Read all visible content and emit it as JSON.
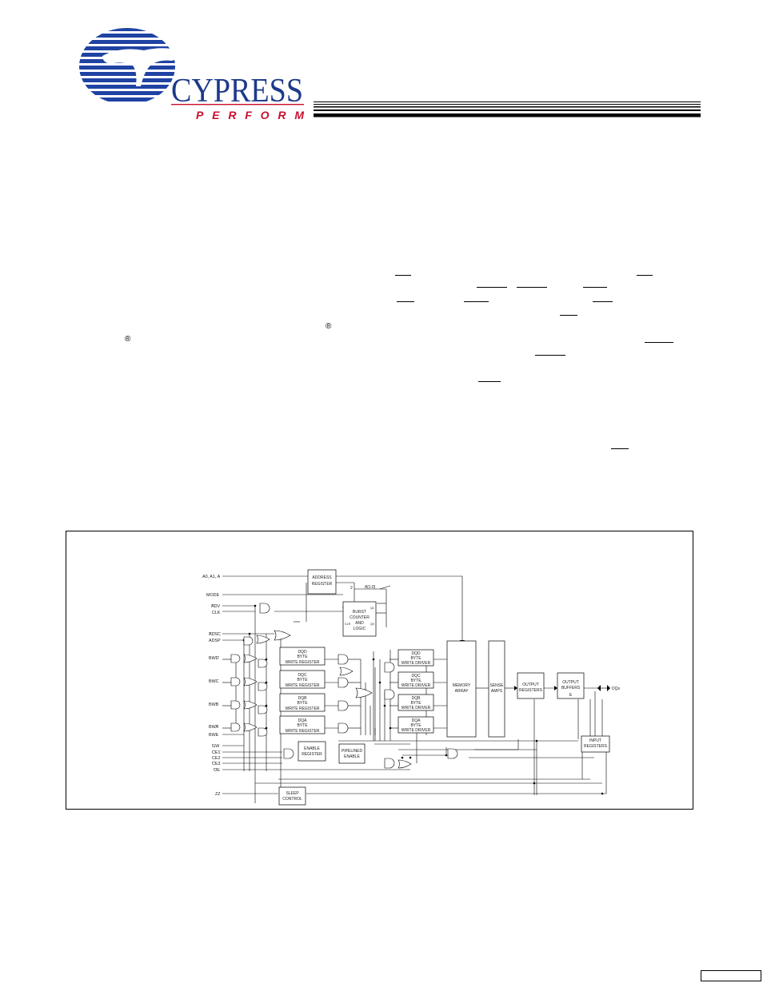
{
  "header": {
    "logo": {
      "wordmark": "CYPRESS",
      "tagline": "PERFORM",
      "wordmark_color": "#1d3a8a",
      "tagline_color": "#c8102e",
      "stripe_color": "#1f43a3"
    }
  },
  "body_text": {
    "registered_marks": [
      "®",
      "®"
    ]
  },
  "block_diagram": {
    "inputs": {
      "addr": "A0, A1, A",
      "mode": "MODE",
      "adv": "ADV",
      "clk": "CLK",
      "adsc": "ADSC",
      "adsp": "ADSP",
      "bwd": "BWD",
      "bwc": "BWC",
      "bwb": "BWB",
      "bwa": "BWA",
      "bwe": "BWE",
      "gw": "GW",
      "ce1": "CE1",
      "ce2": "CE2",
      "ce3": "CE3",
      "oe": "OE",
      "zz": "ZZ"
    },
    "address_register": [
      "ADDRESS",
      "REGISTER"
    ],
    "burst_counter": [
      "BURST",
      "COUNTER",
      "AND",
      "LOGIC"
    ],
    "burst_pins": {
      "clr": "CLR",
      "q1": "Q1",
      "q0": "Q0",
      "bus_width": "2",
      "a_bus": "A[1:0]"
    },
    "byte_write_registers": [
      [
        "DQD",
        "BYTE",
        "WRITE REGISTER"
      ],
      [
        "DQC",
        "BYTE",
        "WRITE REGISTER"
      ],
      [
        "DQB",
        "BYTE",
        "WRITE REGISTER"
      ],
      [
        "DQA",
        "BYTE",
        "WRITE REGISTER"
      ]
    ],
    "byte_write_drivers": [
      [
        "DQD",
        "BYTE",
        "WRITE DRIVER"
      ],
      [
        "DQC",
        "BYTE",
        "WRITE DRIVER"
      ],
      [
        "DQB",
        "BYTE",
        "WRITE DRIVER"
      ],
      [
        "DQA",
        "BYTE",
        "WRITE DRIVER"
      ]
    ],
    "enable_register": [
      "ENABLE",
      "REGISTER"
    ],
    "pipelined_enable": [
      "PIPELINED",
      "ENABLE"
    ],
    "memory_array": [
      "MEMORY",
      "ARRAY"
    ],
    "sense_amps": [
      "SENSE",
      "AMPS"
    ],
    "output_registers": [
      "OUTPUT",
      "REGISTERS"
    ],
    "output_buffers": [
      "OUTPUT",
      "BUFFERS",
      "E"
    ],
    "input_registers": [
      "INPUT",
      "REGISTERS"
    ],
    "sleep_control": [
      "SLEEP",
      "CONTROL"
    ],
    "dq_out": "DQs"
  }
}
